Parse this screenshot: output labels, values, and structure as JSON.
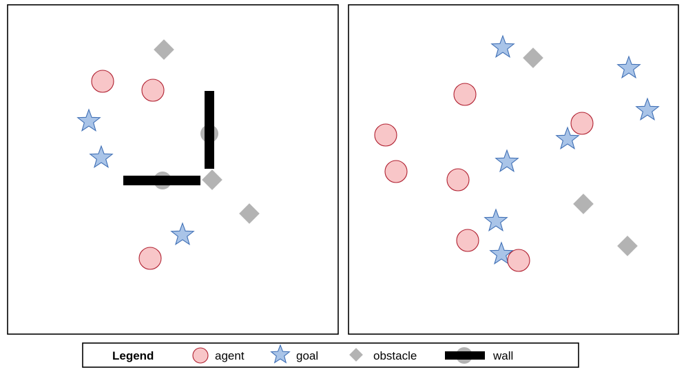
{
  "colors": {
    "agent_fill": "#f8c6c8",
    "agent_stroke": "#b02030",
    "goal_fill": "#a9c4e8",
    "goal_stroke": "#3f6fb5",
    "obstacle_fill": "#b3b3b3",
    "wall_fill": "#000000",
    "panel_border": "#000000",
    "background": "#ffffff"
  },
  "legend": {
    "title": "Legend",
    "items": [
      {
        "type": "agent",
        "label": "agent"
      },
      {
        "type": "goal",
        "label": "goal"
      },
      {
        "type": "obstacle",
        "label": "obstacle"
      },
      {
        "type": "wall",
        "label": "wall"
      }
    ]
  }
}
